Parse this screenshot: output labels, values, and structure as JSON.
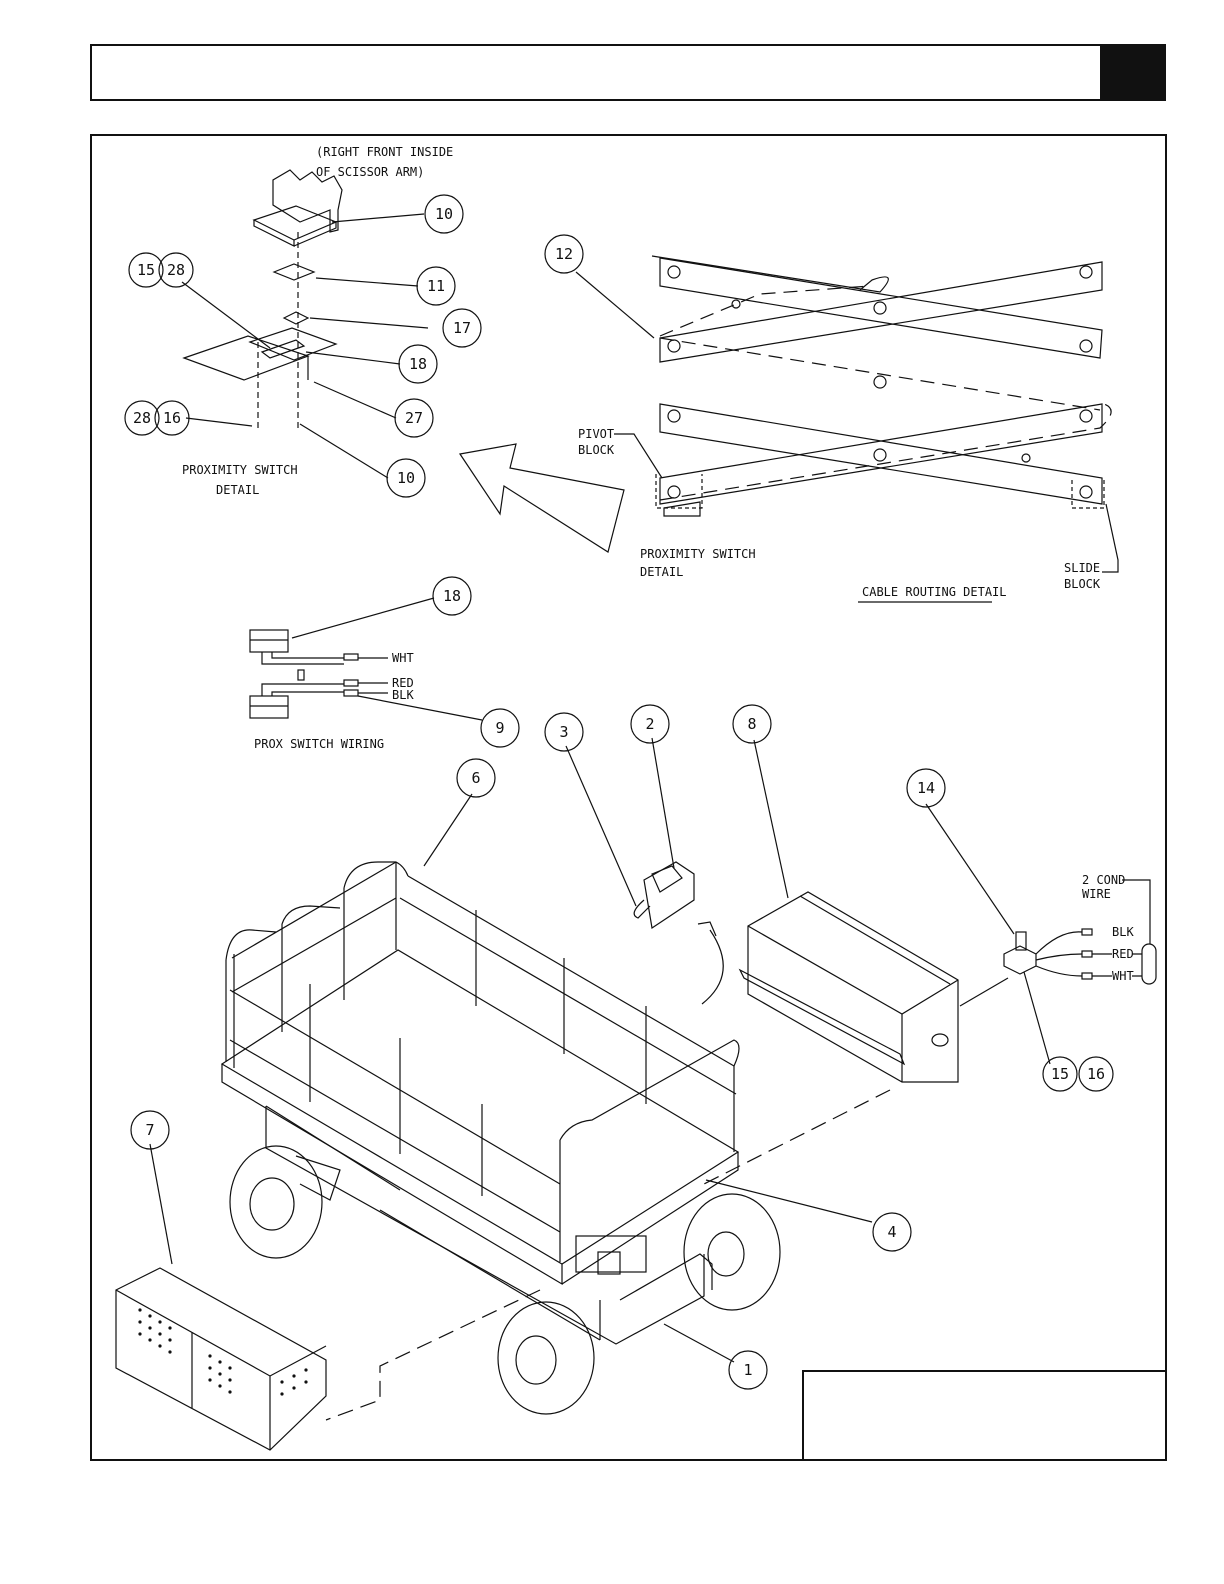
{
  "header": {
    "title": ""
  },
  "detail_labels": {
    "right_front_1": "(RIGHT FRONT INSIDE",
    "right_front_2": "OF SCISSOR ARM)",
    "prox_detail_1": "PROXIMITY SWITCH",
    "prox_detail_2": "DETAIL",
    "pivot_1": "PIVOT",
    "pivot_2": "BLOCK",
    "prox_switch_detail_1": "PROXIMITY SWITCH",
    "prox_switch_detail_2": "DETAIL",
    "cable_routing": "CABLE ROUTING DETAIL",
    "slide_1": "SLIDE",
    "slide_2": "BLOCK",
    "prox_wiring": "PROX SWITCH WIRING",
    "two_cond_1": "2 COND",
    "two_cond_2": "WIRE"
  },
  "wire_colors": {
    "wht": "WHT",
    "red": "RED",
    "blk": "BLK",
    "blk2": "BLK",
    "red2": "RED",
    "wht2": "WHT"
  },
  "callouts": {
    "c10a": "10",
    "c11": "11",
    "c17": "17",
    "c18": "18",
    "c27": "27",
    "c10b": "10",
    "c15a": "15",
    "c28a": "28",
    "c28b": "28",
    "c16a": "16",
    "c12": "12",
    "c18b": "18",
    "c9": "9",
    "c3": "3",
    "c2": "2",
    "c8": "8",
    "c6": "6",
    "c14": "14",
    "c15b": "15",
    "c16b": "16",
    "c7": "7",
    "c4": "4",
    "c1": "1"
  },
  "title_block": {
    "text": ""
  }
}
